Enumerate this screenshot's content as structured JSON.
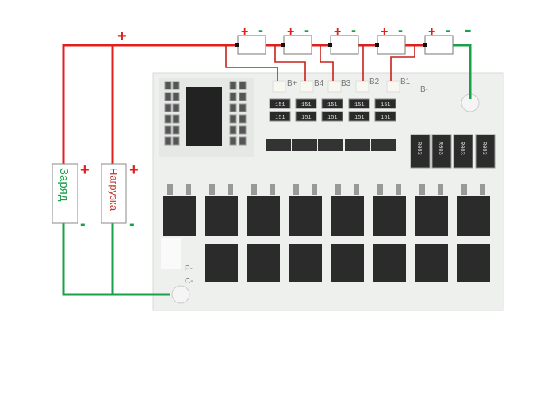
{
  "wiring": {
    "top_plus": "+",
    "cells": [
      {
        "plus": "+",
        "minus": "-"
      },
      {
        "plus": "+",
        "minus": "-"
      },
      {
        "plus": "+",
        "minus": "-"
      },
      {
        "plus": "+",
        "minus": "-"
      },
      {
        "plus": "+",
        "minus": "-"
      }
    ],
    "pack_minus": "-",
    "charge": {
      "label": "Заряд",
      "plus": "+",
      "minus": "-"
    },
    "load": {
      "label": "Нагрузка",
      "plus": "+",
      "minus": "-"
    }
  },
  "board": {
    "pads": [
      "B+",
      "B4",
      "B3",
      "B2",
      "B1",
      "B-"
    ],
    "outputs": [
      "P-",
      "C-"
    ],
    "smd_code": "151",
    "shunt_code": "R003"
  },
  "colors": {
    "positive": "#e0201c",
    "negative": "#1aa04a",
    "pcb": "#eef0ee",
    "chip": "#2b2b2b"
  }
}
